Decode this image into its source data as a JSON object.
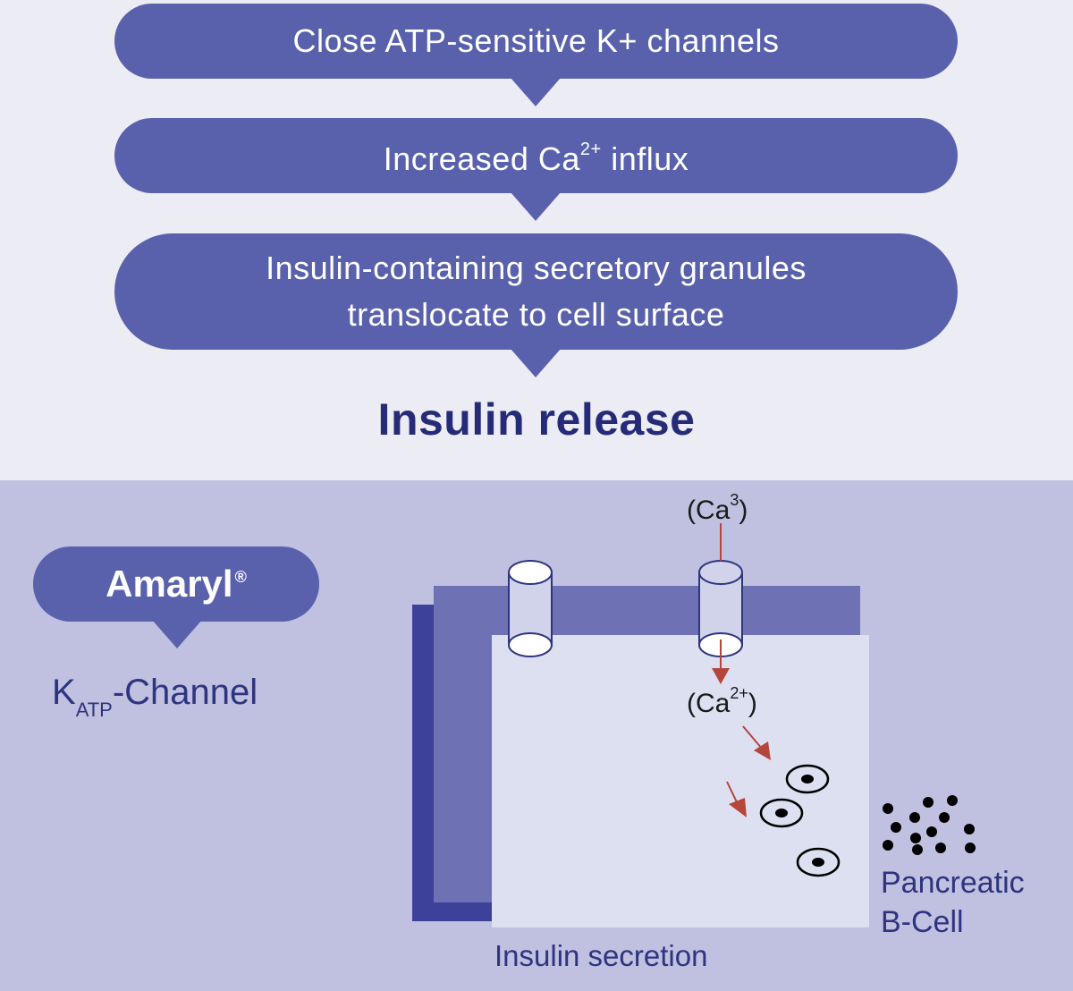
{
  "flow": {
    "step1": "Close ATP-sensitive K+ channels",
    "step2_prefix": "Increased Ca",
    "step2_sup": "2+",
    "step2_suffix": " influx",
    "step3_line1": "Insulin-containing secretory granules",
    "step3_line2": "translocate to cell surface",
    "result": "Insulin release"
  },
  "drug": {
    "name": "Amaryl",
    "mark": "®",
    "target_main": "K",
    "target_sub": "ATP",
    "target_suffix": "-Channel"
  },
  "cell_diagram": {
    "ca_outside": "(Ca",
    "ca_outside_sup": "3",
    "ca_outside_close": ")",
    "ca_inside": "(Ca",
    "ca_inside_sup": "2+",
    "ca_inside_close": ")",
    "cell_label_line1": "Pancreatic",
    "cell_label_line2": "B-Cell",
    "caption": "Insulin secretion",
    "granule_count": 3,
    "insulin_dot_count": 14
  },
  "colors": {
    "bubble": "#5961AD",
    "title_text": "#262B78",
    "arrow": "#B5463C",
    "membrane_light": "#6E72B4",
    "membrane_dark": "#3D419A",
    "cytoplasm": "#DCE0F1",
    "bottom_bg": "#C0C0E0",
    "top_bg": "#ECECF5"
  }
}
